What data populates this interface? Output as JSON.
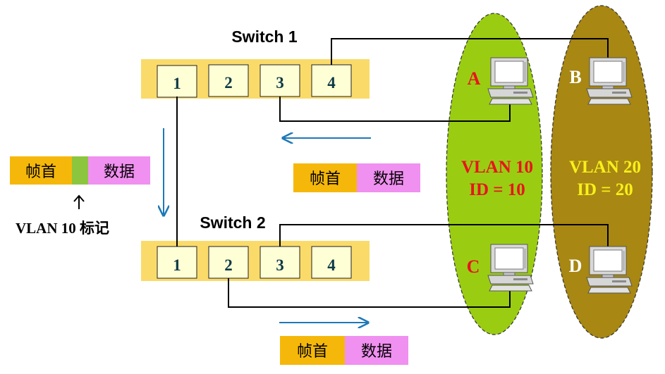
{
  "switch1": {
    "title": "Switch 1",
    "ports": [
      "1",
      "2",
      "3",
      "4"
    ]
  },
  "switch2": {
    "title": "Switch 2",
    "ports": [
      "1",
      "2",
      "3",
      "4"
    ]
  },
  "frame_labels": {
    "header": "帧首",
    "data": "数据"
  },
  "tag_caption": "VLAN 10 标记",
  "tag_arrow_icon": "up-arrow",
  "vlans": [
    {
      "name": "VLAN 10",
      "id_text": "ID = 10",
      "color": "#9ACD12",
      "text_color": "#E8141E"
    },
    {
      "name": "VLAN 20",
      "id_text": "ID = 20",
      "color": "#A88712",
      "text_color": "#F7F01A"
    }
  ],
  "hosts": [
    {
      "label": "A",
      "label_color": "#E8141E"
    },
    {
      "label": "B",
      "label_color": "#FFFFFF"
    },
    {
      "label": "C",
      "label_color": "#E8141E"
    },
    {
      "label": "D",
      "label_color": "#FFFFFF"
    }
  ],
  "colors": {
    "switch_bar": "#FADB6A",
    "port_fill": "#FFFFD6",
    "port_text": "#0E3A46",
    "frame_header": "#F5B80A",
    "frame_data": "#F090F0",
    "tag": "#8CC63F",
    "flow_arrow": "#1E78B8"
  }
}
